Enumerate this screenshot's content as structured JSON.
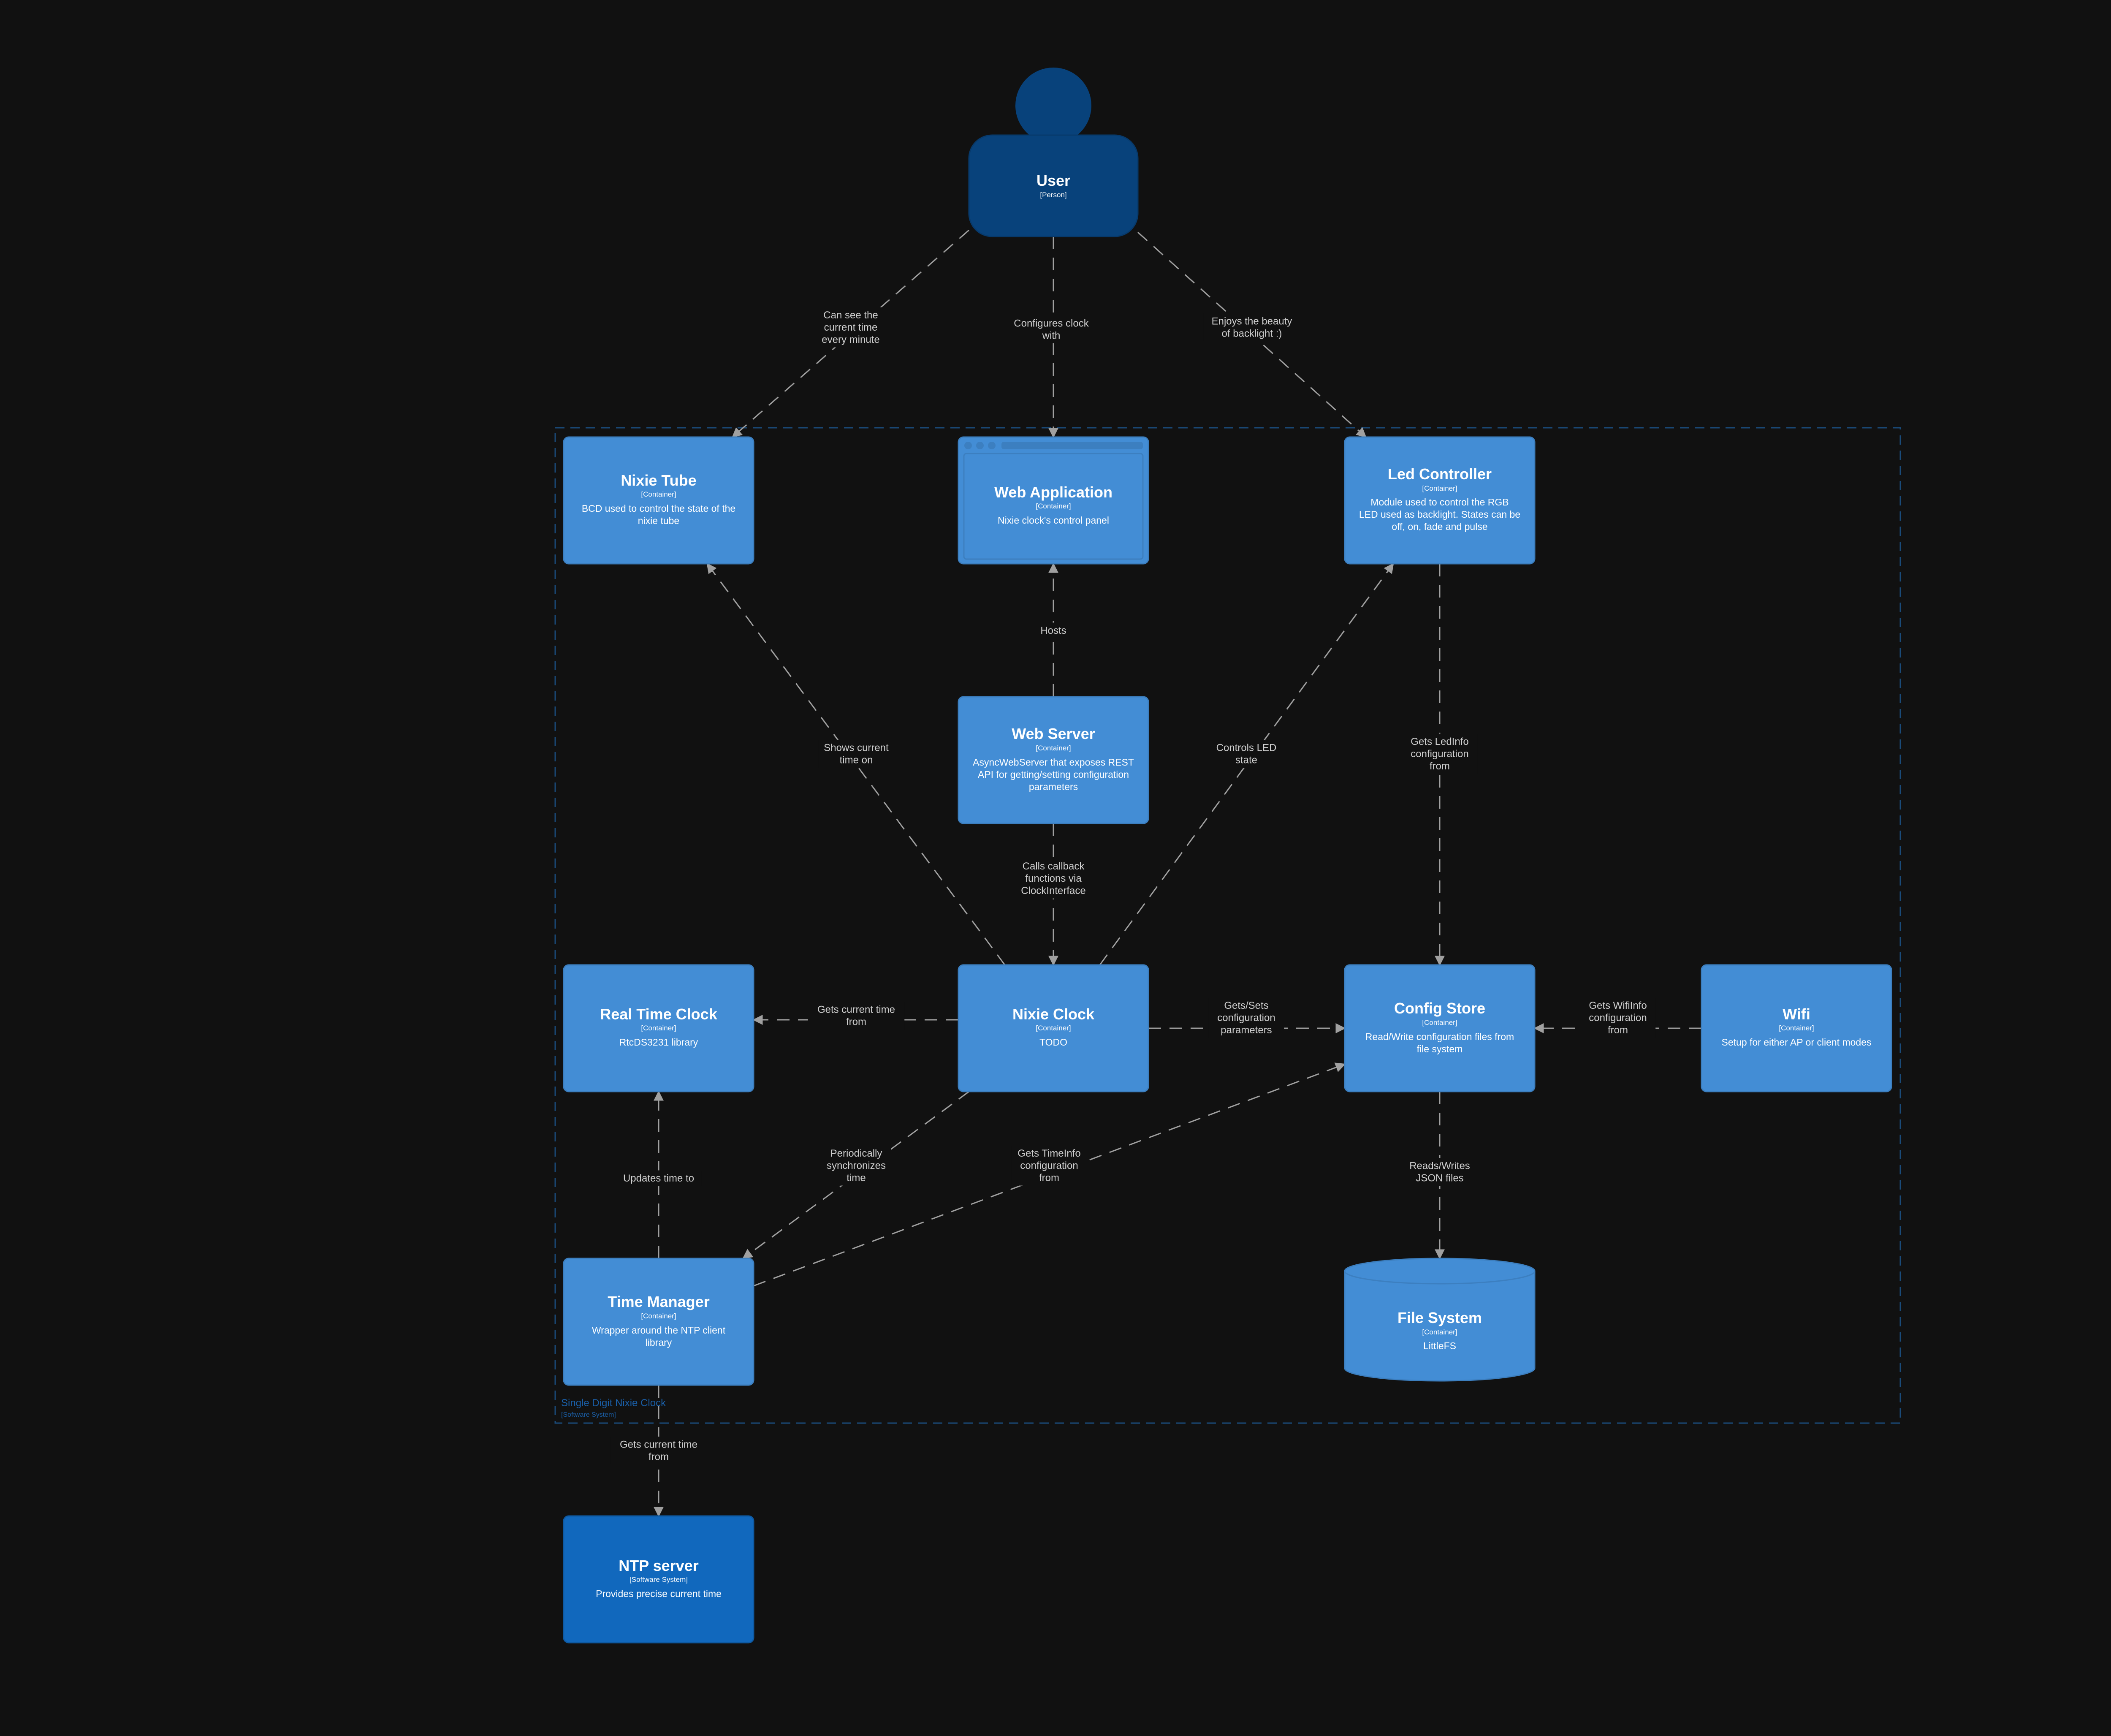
{
  "colors": {
    "background": "#111111",
    "container": "#438dd5",
    "person": "#08427b",
    "software_system": "#1168bd",
    "boundary": "#1a4b7a",
    "edge": "#a0a0a0",
    "edge_label": "#d0d0d0"
  },
  "boundary": {
    "name": "Single Digit Nixie Clock",
    "type": "[Software System]"
  },
  "nodes": {
    "user": {
      "title": "User",
      "type": "[Person]"
    },
    "nixie_tube": {
      "title": "Nixie Tube",
      "type": "[Container]",
      "desc": [
        "BCD used to control the state of the",
        "nixie tube"
      ]
    },
    "web_app": {
      "title": "Web Application",
      "type": "[Container]",
      "desc": [
        "Nixie clock's control panel"
      ]
    },
    "led_controller": {
      "title": "Led Controller",
      "type": "[Container]",
      "desc": [
        "Module used to control the RGB",
        "LED used as backlight. States can be",
        "off, on, fade and pulse"
      ]
    },
    "web_server": {
      "title": "Web Server",
      "type": "[Container]",
      "desc": [
        "AsyncWebServer that exposes REST",
        "API for getting/setting configuration",
        "parameters"
      ]
    },
    "rtc": {
      "title": "Real Time Clock",
      "type": "[Container]",
      "desc": [
        "RtcDS3231 library"
      ]
    },
    "nixie_clock": {
      "title": "Nixie Clock",
      "type": "[Container]",
      "desc": [
        "TODO"
      ]
    },
    "config_store": {
      "title": "Config Store",
      "type": "[Container]",
      "desc": [
        "Read/Write configuration files from",
        "file system"
      ]
    },
    "wifi": {
      "title": "Wifi",
      "type": "[Container]",
      "desc": [
        "Setup for either AP or client modes"
      ]
    },
    "time_manager": {
      "title": "Time Manager",
      "type": "[Container]",
      "desc": [
        "Wrapper around the NTP client",
        "library"
      ]
    },
    "file_system": {
      "title": "File System",
      "type": "[Container]",
      "desc": [
        "LittleFS"
      ]
    },
    "ntp_server": {
      "title": "NTP server",
      "type": "[Software System]",
      "desc": [
        "Provides precise current time"
      ]
    }
  },
  "edges": [
    {
      "id": "user-nixie_tube",
      "label": [
        "Can see the",
        "current time",
        "every minute"
      ]
    },
    {
      "id": "user-web_app",
      "label": [
        "Configures clock",
        "with"
      ]
    },
    {
      "id": "user-led_controller",
      "label": [
        "Enjoys the beauty",
        "of backlight :)"
      ]
    },
    {
      "id": "web_server-web_app",
      "label": [
        "Hosts"
      ]
    },
    {
      "id": "nixie_clock-nixie_tube",
      "label": [
        "Shows current",
        "time on"
      ]
    },
    {
      "id": "nixie_clock-led_controller",
      "label": [
        "Controls LED",
        "state"
      ]
    },
    {
      "id": "led_controller-config_store",
      "label": [
        "Gets LedInfo",
        "configuration",
        "from"
      ]
    },
    {
      "id": "web_server-nixie_clock",
      "label": [
        "Calls callback",
        "functions via",
        "ClockInterface"
      ]
    },
    {
      "id": "nixie_clock-rtc",
      "label": [
        "Gets current time",
        "from"
      ]
    },
    {
      "id": "nixie_clock-config_store",
      "label": [
        "Gets/Sets",
        "configuration",
        "parameters"
      ]
    },
    {
      "id": "wifi-config_store",
      "label": [
        "Gets WifiInfo",
        "configuration",
        "from"
      ]
    },
    {
      "id": "time_manager-rtc",
      "label": [
        "Updates time to"
      ]
    },
    {
      "id": "nixie_clock-time_manager",
      "label": [
        "Periodically",
        "synchronizes",
        "time"
      ]
    },
    {
      "id": "time_manager-config_store",
      "label": [
        "Gets TimeInfo",
        "configuration",
        "from"
      ]
    },
    {
      "id": "config_store-file_system",
      "label": [
        "Reads/Writes",
        "JSON files"
      ]
    },
    {
      "id": "time_manager-ntp_server",
      "label": [
        "Gets current time",
        "from"
      ]
    }
  ]
}
